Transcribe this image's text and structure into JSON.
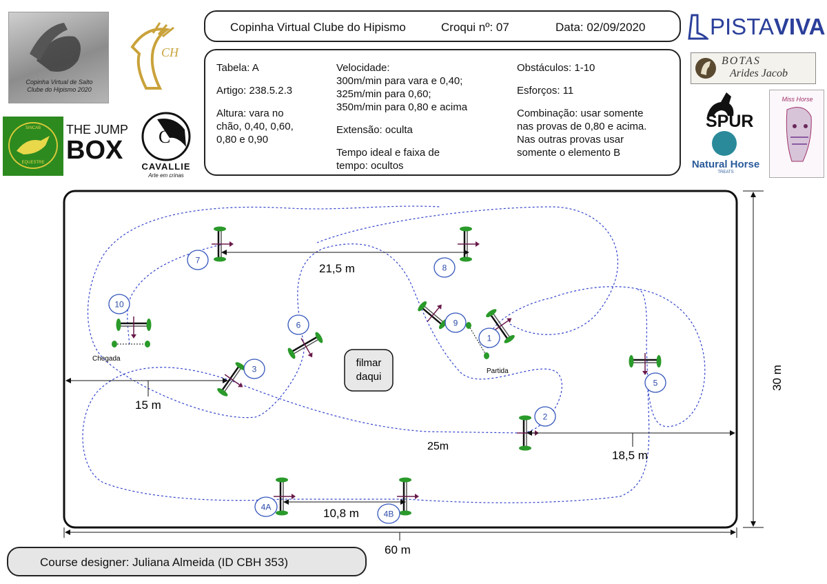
{
  "header": {
    "title": "Copinha Virtual Clube do Hipismo",
    "croqui": "Croqui nº: 07",
    "date": "Data: 02/09/2020"
  },
  "info": {
    "col1": [
      "Tabela: A",
      "Artigo: 238.5.2.3",
      "Altura: vara no\nchão, 0,40, 0,60,\n0,80 e 0,90"
    ],
    "col2": [
      "Velocidade:\n300m/min para vara e 0,40;\n325m/min para 0,60;\n350m/min para 0,80 e acima",
      "Extensão: oculta",
      "Tempo ideal e faixa de\ntempo: ocultos"
    ],
    "col3": [
      "Obstáculos: 1-10",
      "Esforços: 11",
      "Combinação: usar somente\nnas provas de 0,80 e acima.\nNas outras provas usar\nsomente o elemento B"
    ]
  },
  "logos": {
    "copinha": [
      "Copinha Virtual de Salto",
      "Clube do Hipismo 2020"
    ],
    "ch": "CH",
    "hipismo_green": [
      "SINCAB",
      "EQUESTRE"
    ],
    "jumpbox": [
      "THE JUMP",
      "BOX"
    ],
    "cavallie": [
      "C",
      "CAVALLIE",
      "Arte em crinas"
    ],
    "pistaviva": [
      "PISTA",
      "VIVA"
    ],
    "botas": [
      "BOTAS",
      "Arides Jacob"
    ],
    "spur": "SPUR",
    "natural_horse": [
      "Natural Horse",
      "TREATS"
    ],
    "miss_horse": "Miss Horse"
  },
  "course": {
    "obstacle_labels": [
      "1",
      "2",
      "3",
      "4A",
      "4B",
      "5",
      "6",
      "7",
      "8",
      "9",
      "10"
    ],
    "start_label": "Partida",
    "finish_label": "Chegada",
    "film_label": [
      "filmar",
      "daqui"
    ],
    "distances": {
      "d_7_8": "21,5 m",
      "d_3_wall": "15 m",
      "d_2_5": "25m",
      "d_2_wall": "18,5 m",
      "d_4a_4b": "10,8 m",
      "arena_width": "60 m",
      "arena_height": "30 m"
    }
  },
  "footer": {
    "designer": "Course designer: Juliana Almeida (ID CBH 353)"
  },
  "colors": {
    "path": "#3344cc",
    "label_circle": "#3355bb",
    "standard": "#2a9a2a",
    "arrow": "#6a1a4a"
  }
}
